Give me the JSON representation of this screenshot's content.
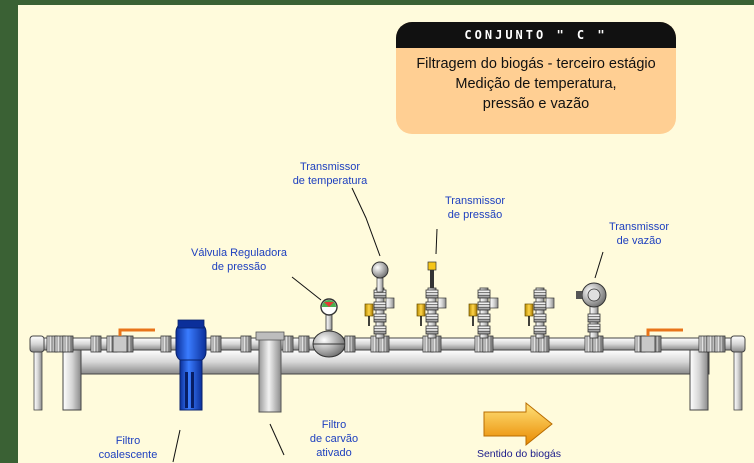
{
  "title_box": {
    "heading": "CONJUNTO \" C \"",
    "line1": "Filtragem do biogás - terceiro estágio",
    "line2": "Medição de temperatura,",
    "line3": "pressão e vazão"
  },
  "labels": {
    "temp_transmitter": "Transmissor\nde temperatura",
    "pressure_transmitter": "Transmissor\nde pressão",
    "flow_transmitter": "Transmissor\nde vazão",
    "pressure_valve": "Válvula Reguladora\nde pressão",
    "coalescent_filter": "Filtro\ncoalescente",
    "carbon_filter": "Filtro\nde carvão\nativado",
    "flow_direction": "Sentido do biogás"
  },
  "colors": {
    "background": "#3a6134",
    "panel": "#fffbdc",
    "title_fill": "#ffcf93",
    "label_blue": "#1d3fbf",
    "filter_blue": "#1a56e0",
    "arrow": "#f5a10a"
  }
}
